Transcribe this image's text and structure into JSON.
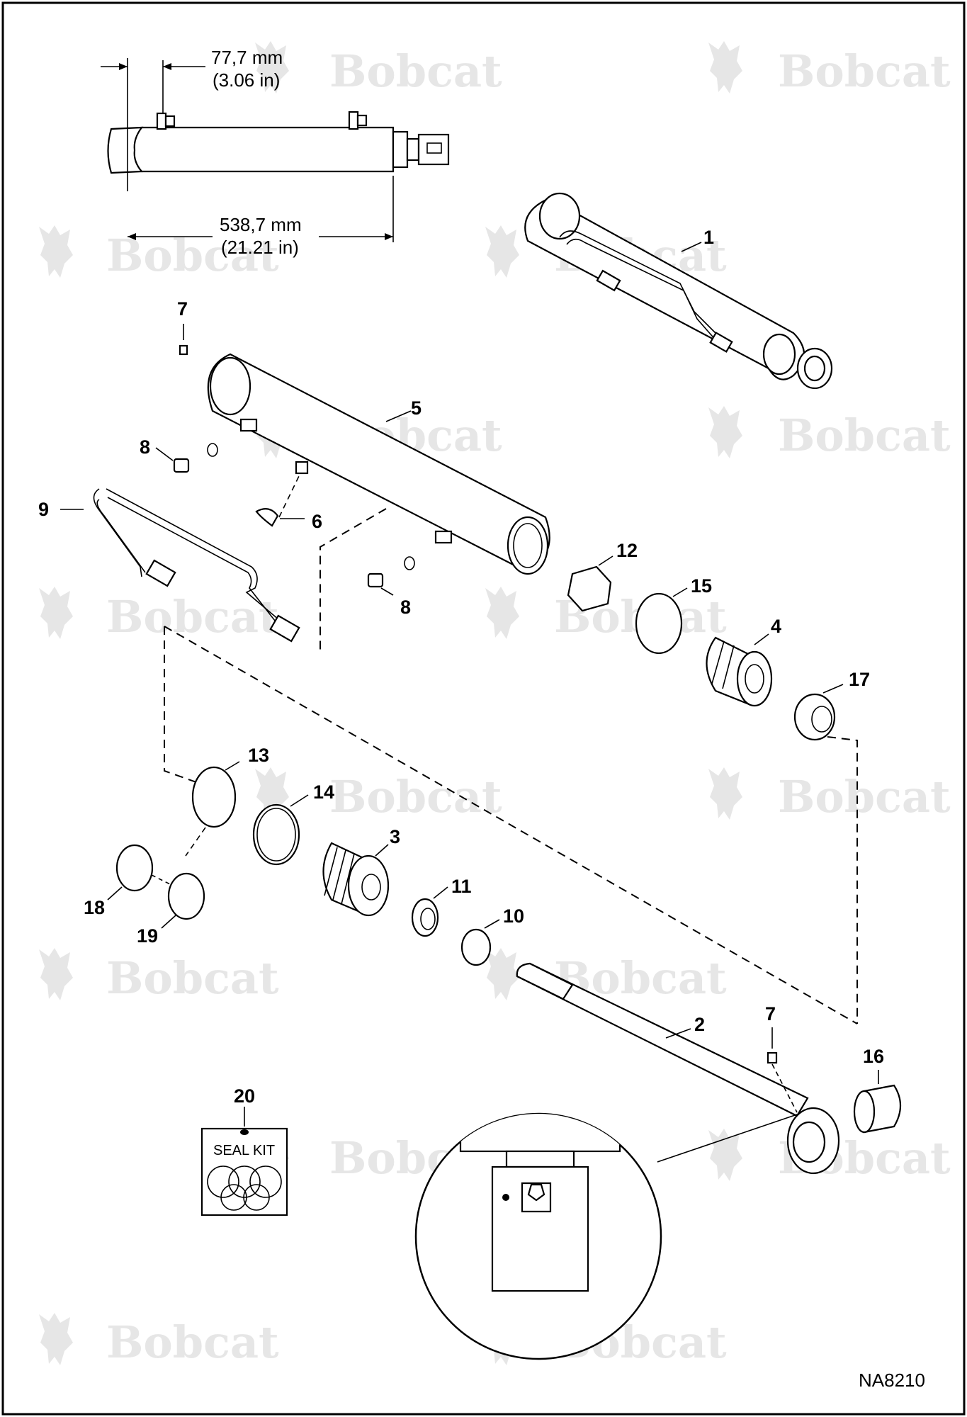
{
  "dimensions": {
    "top_mm": "77,7 mm",
    "top_in": "(3.06 in)",
    "length_mm": "538,7 mm",
    "length_in": "(21.21 in)"
  },
  "callouts": {
    "p1": "1",
    "p2": "2",
    "p3": "3",
    "p4": "4",
    "p5": "5",
    "p6": "6",
    "p7a": "7",
    "p7b": "7",
    "p8a": "8",
    "p8b": "8",
    "p9": "9",
    "p10": "10",
    "p11": "11",
    "p12": "12",
    "p13": "13",
    "p14": "14",
    "p15": "15",
    "p16": "16",
    "p17": "17",
    "p18": "18",
    "p19": "19",
    "p20": "20"
  },
  "seal_kit_label": "SEAL KIT",
  "figure_code": "NA8210",
  "watermark": "Bobcat",
  "colors": {
    "line": "#000000",
    "watermark": "#c8c8c8",
    "background": "#ffffff"
  },
  "icons": [
    "bobcat-logo-icon"
  ]
}
